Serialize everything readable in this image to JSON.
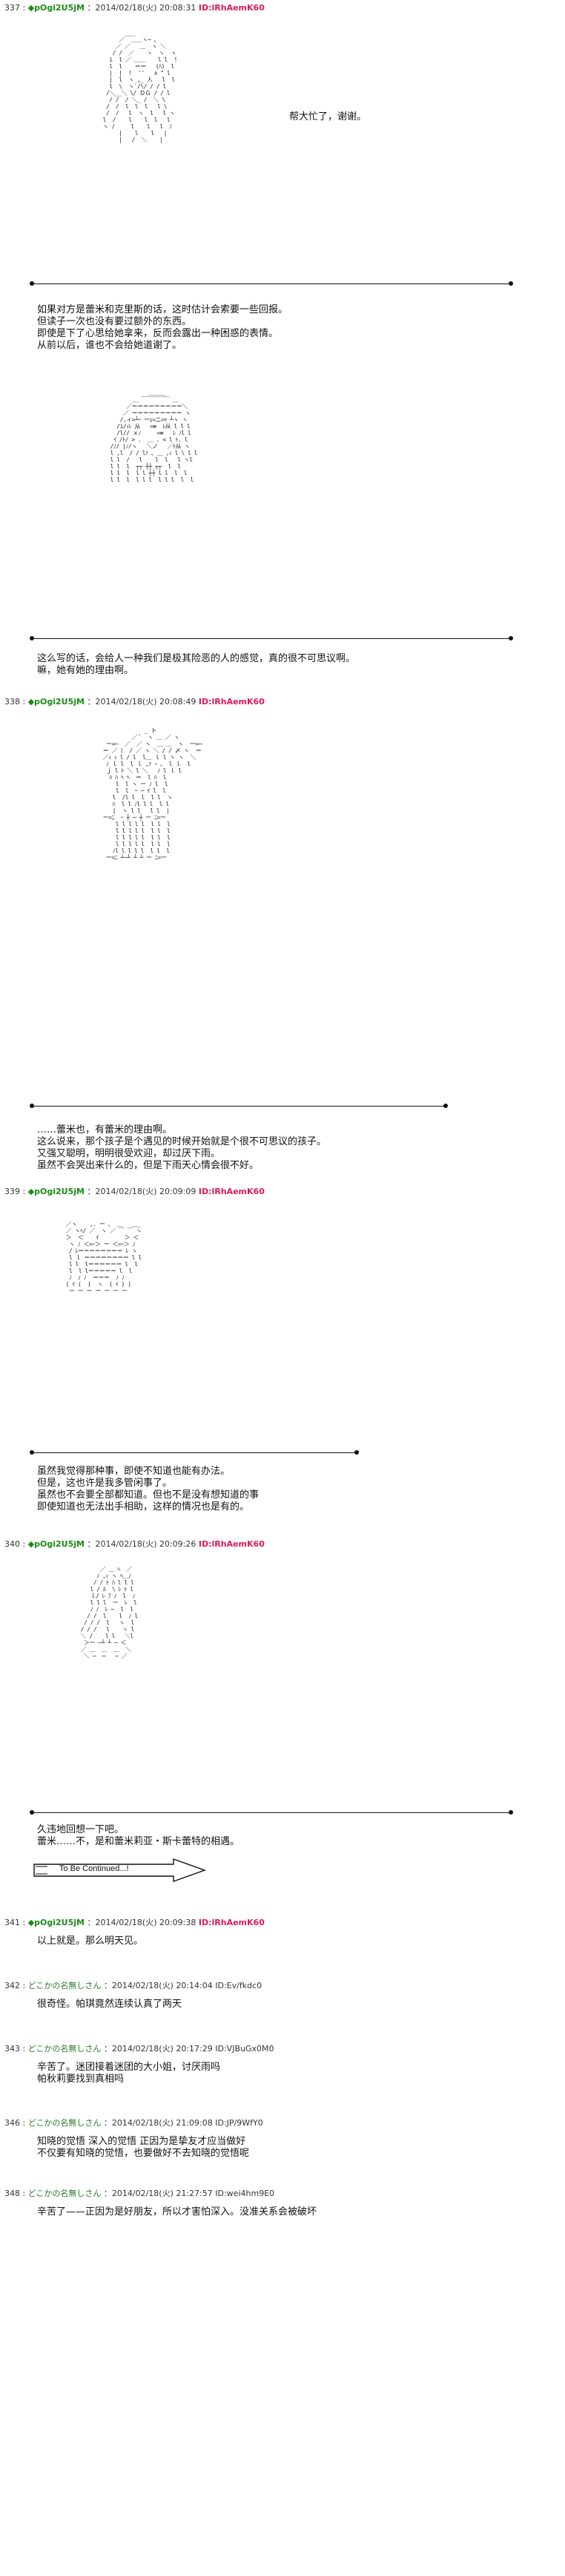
{
  "posts": [
    {
      "num": "337 :",
      "name": "◆pOgi2U5jM",
      "date": "：2014/02/18(火) 20:08:31",
      "id": "ID:lRhAemK60",
      "speech": "帮大忙了，谢谢。",
      "text": "如果对方是蕾米和克里斯的话，这时估计会索要一些回报。\n但读子一次也没有要过额外的东西。\n即使是下了心思给她拿来，反而会露出一种困惑的表情。\n从前以后，谁也不会给她道谢了。",
      "text2": "这么写的话，会给人一种我们是极其险恶的人的感觉，真的很不可思议啊。\n嘛，她有她的理由啊。"
    },
    {
      "num": "338 :",
      "name": "◆pOgi2U5jM",
      "date": "：2014/02/18(火) 20:08:49",
      "id": "ID:lRhAemK60",
      "text": "……蕾米也，有蕾米的理由啊。\n这么说来，那个孩子是个遇见的时候开始就是个很不可思议的孩子。\n又强又聪明，明明很受欢迎，却过厌下雨。\n虽然不会哭出来什么的，但是下雨天心情会很不好。"
    },
    {
      "num": "339 :",
      "name": "◆pOgi2U5jM",
      "date": "：2014/02/18(火) 20:09:09",
      "id": "ID:lRhAemK60",
      "text": "虽然我觉得那种事，即使不知道也能有办法。\n但是，这也许是我多管闲事了。\n虽然也不会要全部都知道。但也不是没有想知道的事\n即使知道也无法出手相助，这样的情况也是有的。"
    },
    {
      "num": "340 :",
      "name": "◆pOgi2U5jM",
      "date": "：2014/02/18(火) 20:09:26",
      "id": "ID:lRhAemK60",
      "text": "久违地回想一下吧。\n蕾米……不，是和蕾米莉亚・斯卡蕾特的相遇。",
      "tbc": "To Be Continued...!"
    },
    {
      "num": "341 :",
      "name": "◆pOgi2U5jM",
      "date": "：2014/02/18(火) 20:09:38",
      "id": "ID:lRhAemK60",
      "text": "以上就是。那么明天见。"
    },
    {
      "num": "342 :",
      "name": "どこかの名無しさん",
      "date": "：2014/02/18(火) 20:14:04",
      "id": "ID:Ev/fkdc0",
      "text": "很奇怪。帕琪竟然连续认真了两天"
    },
    {
      "num": "343 :",
      "name": "どこかの名無しさん",
      "date": "：2014/02/18(火) 20:17:29",
      "id": "ID:VJBuGx0M0",
      "text": "辛苦了。迷团接着迷团的大小姐，讨厌雨吗\n帕秋莉要找到真相吗"
    },
    {
      "num": "346 :",
      "name": "どこかの名無しさん",
      "date": "：2014/02/18(火) 21:09:08",
      "id": "ID:JP/9WfY0",
      "text": "知晓的觉悟 深入的觉悟 正因为是挚友才应当做好\n不仅要有知晓的觉悟，也要做好不去知晓的觉悟呢"
    },
    {
      "num": "348 :",
      "name": "どこかの名無しさん",
      "date": "：2014/02/18(火) 21:27:57",
      "id": "ID:wei4hm9E0",
      "text": "辛苦了——正因为是好朋友，所以才害怕深入。没准关系会被破坏"
    }
  ],
  "aa": {
    "a1": "         ___\n       ／  ＿＿ヽ─ 、\n      ／ ／   ＿  ヽ ＼\n     / /  ／    ヽ  ヽ  ヽ\n    i  l ／ ＿＿    l l  !\n    l  l    ＝＝   (ﾊ)  l\n    |  |  !  ''   ∧ \" l\n    |  l  ヽ ,_ 人   l  l\n    l  \\  ヽ`/\\/ / / l\n   /＼__＼ \\/ ＤＧ / / l\n    / /  / ＼_ /  ＼ \\\n   /  /  l  l  l   l \\\n   /  /   l  ヽ  l   l ヽ\n  l  /    l    l  l   l\n  ヽ /     l    l   l  ﾉ\n       |    l    l   |\n       |   /  ＼    |",
    "a2": "              ＿＿＿\n         ＿ ￣￣￣￣￣ ＿\n       ／＝＝＝＝＝＝＝＝＝＼\n      ／ ＝＝＝＝＝＝＝＝＝ ヽ\n     /,ィ=┴ｰ ーｪ=ニ=ｬ ┴ヽ ヽ\n    /i/ｨﾚ 从   =≡  ﾚ从 l l l\n    /l// ｘﾉ     =≡   ﾚ ﾉl l\n   ｲ /ﾄ/ > .  ＿ . < l ﾄ. l\n  /ﾉ/ |ﾉ/ヽ   ＼ノ   ／ﾄ从 ヽ\n  l ,l  / / lｧ ､ ＿ ,ｨ l \\ l l\n  l l  /   l    l  l   l ヽl\n  l l  l  ┬┬ ┼┼ ┬┬  l  l\n  l l  l  l l ┼┼ l l  l  l\n  l l  l  l l l  l l l  l  l",
    "a3": "               _ ト\n           ／ ﾞ  ヽ ＿ ／ ヽ\n   ー=─  ／  ／ ヽ  ＿ ＿  ヽ  一=─\n  ＝ ／ ﾐ  / ／ ヽ ＼ / / 〆 ヽ  ＝\n  ／ｨ ｨ l / l  l＿ ｌ l ヽ ヽ  ＼\n   ﾉ ｌ l  l ｌ ,ｧ ｰ 、 l ｌ  l\n   ｊ l ﾄ ＼ l ＼   ﾉ l ｌ l\n    ﾊ ﾊ ﾍ ﾍ  ＝  l ﾊ  l\n      l  l ヽ ー ﾉ l  l\n      l  l  ｰ ─ ｲ l  l\n     l  /l l  l  l l  ヽ\n     ﾊ  l l ﾉl l l  l l\n     |  ヽ l l   l l  |\n  ー=ﾆ  ｰ ┼ ─ ┼ ー ﾆ=ー\n      l l l l l  l l  l\n      l l l l l  l l  l\n      l l l l l  l l  l\n      l l l l l  l l  l\n     ﾉl l l l l  l l  l\n   ー=ﾆ ┴─┴ ┴ ┴ ー ﾆ=ー",
    "a4": "  ／ヽ    ,. ー 、 ＿   ＿_\n  ／ ヽﾍ/ ／  ヽ ／ ￣ ￣ ヽ\n  ＞  ＜    ｲ        ＞ ＜\n   ヽ ﾉ ＜=ｰ＞ ー ＜=ｰ＞ ﾉ\n   / ﾚ＝＝＝＝＝＝＝＝ ﾚ ヽ\n   l ｌ ＝＝＝＝＝＝＝＝ l l\n   l l  l＝＝＝＝＝＝ l  l\n   l  l l＝＝＝＝＝ l  l\n   ﾉ  ﾉ ﾉ  ＝＝＝  ﾉ ﾉ\n  ( ｲ (  )  ヽ  ( ｲ ) )\n   ー ー ー ー ー ー ー",
    "a5": "        ／ ＿ ﾍ  ／\n       ﾉ ,ｨ ヽ ﾍ＿ﾉ\n      / / ﾄ ﾊ l l l\n     l / ﾙ  \\ ﾚ ﾄ l\n     ｌ/ ﾚ ﾌ ﾉ  l  ﾉ\n     l l l  ー  ﾚ  l\n     ﾉ ﾉ  ﾚ ─  l  l\n    / /  l    l  ﾉ l\n   / / /  l   ヽ  l\n  / / /   l    ヽ l\n  ＼ /    l l   ＼l\n   ＞ー ─┴ ┴ ─ ＜\n  ／ ＿  ＿  ＿  ＼\n   ＼ ─  ─   ─ ／"
  }
}
